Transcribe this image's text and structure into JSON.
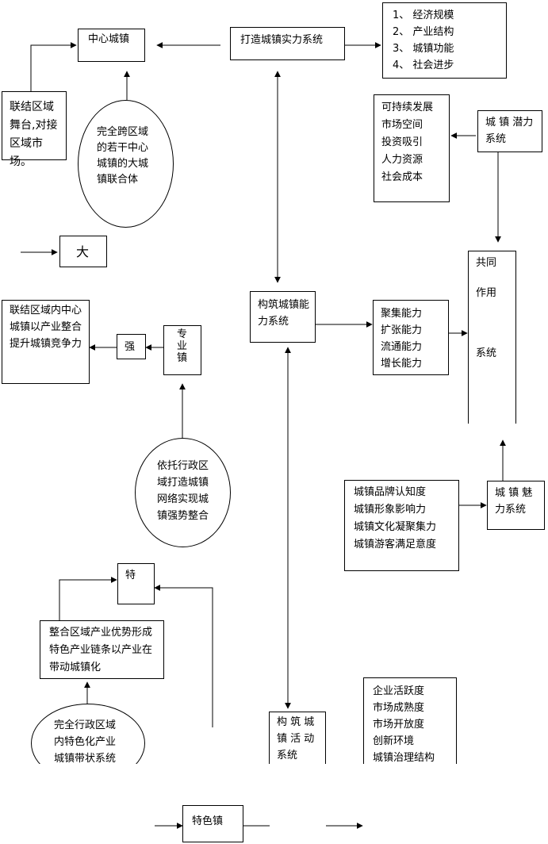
{
  "nodes": {
    "center_town": "中心城镇",
    "build_strength": "打造城镇实力系统",
    "strength_items": "1、 经济规模\n2、 产业结构\n3、 城镇功能\n4、 社会进步",
    "link_stage": "联结区域舞台,对接区域市场。",
    "cross_region": "完全跨区域的若干中心城镇的大城镇联合体",
    "potential_items": "可持续发展\n市场空间\n投资吸引\n人力资源\n社会成本",
    "potential_system": "城 镇 潜力系统",
    "da": "大",
    "co_action": "共同\n\n作用\n\n\n\n系统",
    "capability_system": "构筑城镇能力系统",
    "capability_items": "聚集能力\n扩张能力\n流通能力\n增长能力",
    "link_inner": "联结区域内中心城镇以产业整合提升城镇竞争力",
    "qiang": "强",
    "specialized_town": "专业镇",
    "admin_network": "依托行政区域打造城镇网络实现城镇强势整合",
    "charm_items": "城镇品牌认知度\n城镇形象影响力\n城镇文化凝聚集力\n城镇游客满足意度",
    "charm_system": "城 镇 魅力系统",
    "te": "特",
    "integrate_industry": "整合区域产业优势形成特色产业链条以产业在带动城镇化",
    "activity_system": "构 筑 城镇 活 动系统",
    "activity_items": "企业活跃度\n市场成熟度\n市场开放度\n创新环境\n城镇治理结构",
    "full_admin": "完全行政区域内特色化产业城镇带状系统",
    "feature_town": "特色镇"
  }
}
